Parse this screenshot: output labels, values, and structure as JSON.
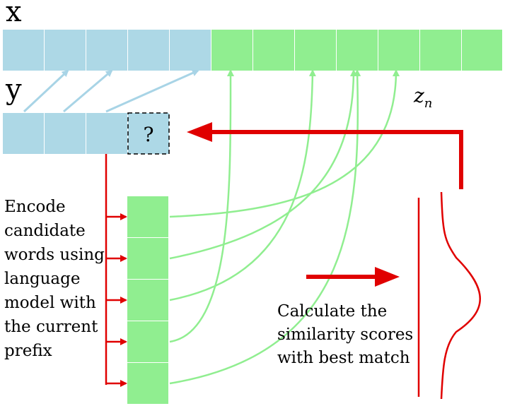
{
  "labels": {
    "x": "x",
    "y": "y",
    "z_base": "z",
    "z_sub": "n",
    "unknown": "?"
  },
  "captions": {
    "encode": [
      "Encode",
      "candidate",
      "words using",
      "language",
      "model with",
      "the current",
      "prefix"
    ],
    "similarity": [
      "Calculate the",
      "similarity scores",
      "with best match"
    ]
  },
  "colors": {
    "blue": "#add8e6",
    "green": "#90ee90",
    "red": "#e00000",
    "arrow_blue": "#a8d4e6",
    "arrow_green": "#90ee90"
  }
}
